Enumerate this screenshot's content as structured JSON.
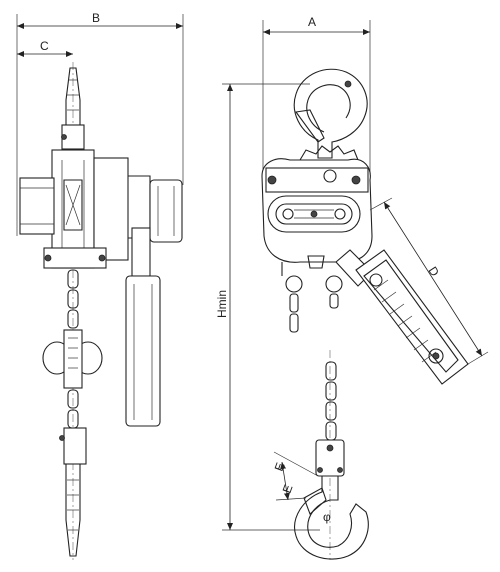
{
  "labels": {
    "a": "A",
    "b": "B",
    "c": "C",
    "d": "D",
    "hmin": "Hmin",
    "e": "E",
    "phi": "φ"
  }
}
